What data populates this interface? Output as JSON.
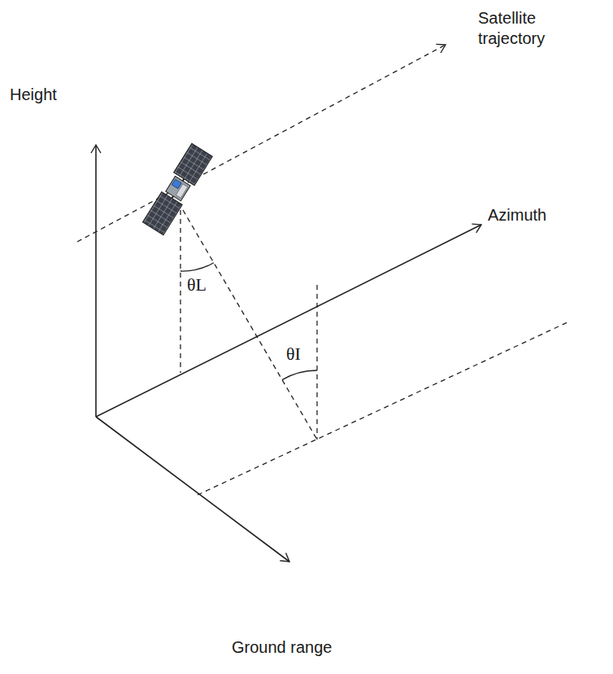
{
  "diagram": {
    "labels": [
      "Satellite trajectory",
      "Height",
      "Azimuth",
      "θL",
      "θI",
      "Ground range"
    ]
  }
}
